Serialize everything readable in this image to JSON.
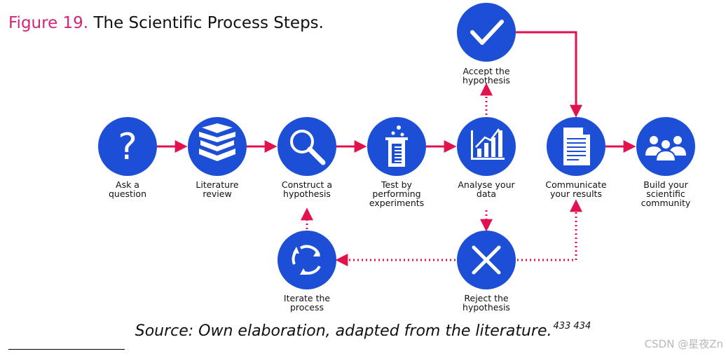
{
  "figure": {
    "number": "Figure 19.",
    "title": "The Scientific Process Steps."
  },
  "colors": {
    "circle": "#1d4fd6",
    "connector": "#e2124f",
    "figure_label": "#d4237a"
  },
  "steps": {
    "ask": {
      "line1": "Ask a",
      "line2": "question",
      "icon": "question-mark-icon"
    },
    "literature": {
      "line1": "Literature",
      "line2": "review",
      "icon": "books-icon"
    },
    "hypothesis": {
      "line1": "Construct a",
      "line2": "hypothesis",
      "icon": "magnifier-icon"
    },
    "test": {
      "line1": "Test by",
      "line2": "performing",
      "line3": "experiments",
      "icon": "beaker-icon"
    },
    "analyse": {
      "line1": "Analyse your",
      "line2": "data",
      "icon": "bar-chart-icon"
    },
    "communicate": {
      "line1": "Communicate",
      "line2": "your results",
      "icon": "document-icon"
    },
    "community": {
      "line1": "Build your",
      "line2": "scientific",
      "line3": "community",
      "icon": "people-icon"
    },
    "accept": {
      "line1": "Accept the",
      "line2": "hypothesis",
      "icon": "checkmark-icon"
    },
    "reject": {
      "line1": "Reject the",
      "line2": "hypothesis",
      "icon": "cross-icon"
    },
    "iterate": {
      "line1": "Iterate the",
      "line2": "process",
      "icon": "cycle-arrows-icon"
    }
  },
  "source": {
    "text": "Source: Own elaboration, adapted from the literature.",
    "refs": "433 434"
  },
  "watermark": "CSDN @星夜Zn"
}
